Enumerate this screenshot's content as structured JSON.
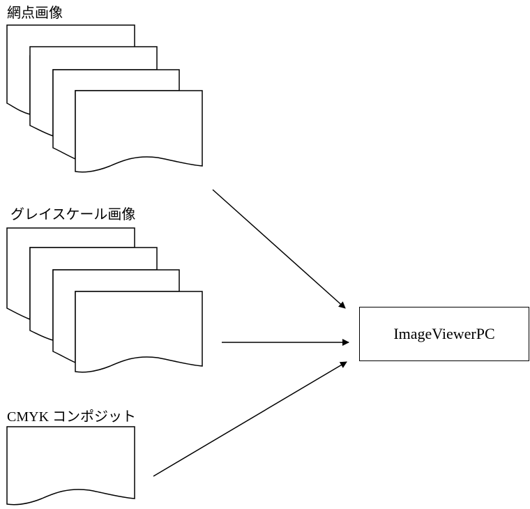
{
  "groups": [
    {
      "label": "網点画像"
    },
    {
      "label": "グレイスケール画像"
    },
    {
      "label": "CMYK コンポジット"
    }
  ],
  "target": {
    "label": "ImageViewerPC"
  }
}
